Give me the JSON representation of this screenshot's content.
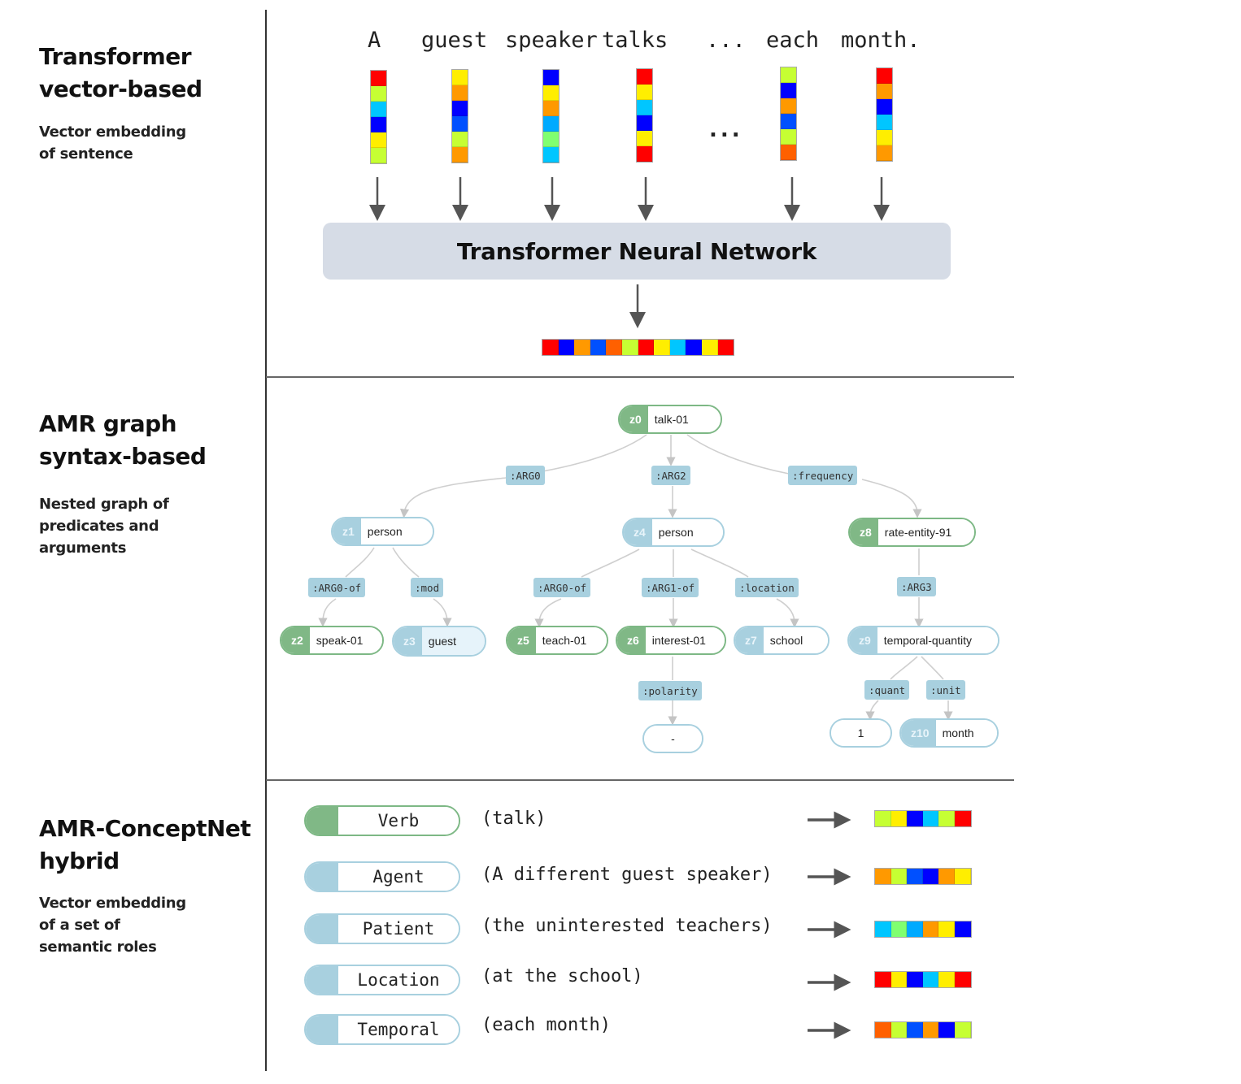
{
  "colors": {
    "red": "#ff0000",
    "lime": "#c6ff33",
    "cyan": "#00c6ff",
    "blue": "#0000ff",
    "yellow": "#ffee00",
    "orange": "#ff9900",
    "azure": "#0050ff",
    "sky": "#00aaff",
    "mint": "#80ff70",
    "redorange": "#ff6000",
    "predicate_node": "#80b886",
    "concept_node": "#a8d0df",
    "tnn_box": "#d6dce6"
  },
  "sections": {
    "transformer": {
      "title_line1": "Transformer",
      "title_line2": "vector-based",
      "sub_line1": "Vector embedding",
      "sub_line2": "of sentence"
    },
    "amr": {
      "title_line1": "AMR graph",
      "title_line2": "syntax-based",
      "sub_line1": "Nested graph of",
      "sub_line2": "predicates and",
      "sub_line3": "arguments"
    },
    "hybrid": {
      "title_line1": "AMR-ConceptNet",
      "title_line2": "hybrid",
      "sub_line1": "Vector embedding",
      "sub_line2": "of a set of",
      "sub_line3": "semantic roles"
    }
  },
  "transformer": {
    "words": [
      "A",
      "guest",
      "speaker",
      "talks",
      "...",
      "each",
      "month."
    ],
    "ellipsis": "...",
    "token_vectors": [
      [
        "red",
        "lime",
        "cyan",
        "blue",
        "yellow",
        "lime"
      ],
      [
        "yellow",
        "orange",
        "blue",
        "azure",
        "lime",
        "orange"
      ],
      [
        "blue",
        "yellow",
        "orange",
        "sky",
        "mint",
        "cyan"
      ],
      [
        "red",
        "yellow",
        "cyan",
        "blue",
        "yellow",
        "red"
      ],
      [
        "lime",
        "blue",
        "orange",
        "azure",
        "lime",
        "redorange"
      ],
      [
        "red",
        "orange",
        "blue",
        "cyan",
        "yellow",
        "orange"
      ]
    ],
    "network_label": "Transformer Neural Network",
    "output_vector": [
      "red",
      "blue",
      "orange",
      "azure",
      "redorange",
      "lime",
      "red",
      "yellow",
      "cyan",
      "blue",
      "yellow",
      "red"
    ]
  },
  "amr_graph": {
    "nodes": [
      {
        "id": "z0",
        "label": "talk-01",
        "kind": "predicate"
      },
      {
        "id": "z1",
        "label": "person",
        "kind": "concept"
      },
      {
        "id": "z2",
        "label": "speak-01",
        "kind": "predicate"
      },
      {
        "id": "z3",
        "label": "guest",
        "kind": "concept",
        "highlighted": true
      },
      {
        "id": "z4",
        "label": "person",
        "kind": "concept"
      },
      {
        "id": "z5",
        "label": "teach-01",
        "kind": "predicate"
      },
      {
        "id": "z6",
        "label": "interest-01",
        "kind": "predicate"
      },
      {
        "id": "z7",
        "label": "school",
        "kind": "concept"
      },
      {
        "id": "z8",
        "label": "rate-entity-91",
        "kind": "predicate"
      },
      {
        "id": "z9",
        "label": "temporal-quantity",
        "kind": "concept"
      },
      {
        "id": "z10",
        "label": "month",
        "kind": "concept"
      },
      {
        "id": "",
        "label": "-",
        "kind": "constant"
      },
      {
        "id": "",
        "label": "1",
        "kind": "constant"
      }
    ],
    "edges": [
      {
        "from": "z0",
        "to": "z1",
        "role": ":ARG0"
      },
      {
        "from": "z0",
        "to": "z4",
        "role": ":ARG2"
      },
      {
        "from": "z0",
        "to": "z8",
        "role": ":frequency"
      },
      {
        "from": "z1",
        "to": "z2",
        "role": ":ARG0-of"
      },
      {
        "from": "z1",
        "to": "z3",
        "role": ":mod"
      },
      {
        "from": "z4",
        "to": "z5",
        "role": ":ARG0-of"
      },
      {
        "from": "z4",
        "to": "z6",
        "role": ":ARG1-of"
      },
      {
        "from": "z4",
        "to": "z7",
        "role": ":location"
      },
      {
        "from": "z6",
        "to": "-",
        "role": ":polarity"
      },
      {
        "from": "z8",
        "to": "z9",
        "role": ":ARG3"
      },
      {
        "from": "z9",
        "to": "1",
        "role": ":quant"
      },
      {
        "from": "z9",
        "to": "z10",
        "role": ":unit"
      }
    ]
  },
  "hybrid": {
    "roles": [
      {
        "role": "Verb",
        "kind": "predicate",
        "phrase": "(talk)",
        "vector": [
          "lime",
          "yellow",
          "blue",
          "cyan",
          "lime",
          "red"
        ]
      },
      {
        "role": "Agent",
        "kind": "concept",
        "phrase": "(A different guest speaker)",
        "vector": [
          "orange",
          "lime",
          "azure",
          "blue",
          "orange",
          "yellow"
        ]
      },
      {
        "role": "Patient",
        "kind": "concept",
        "phrase": "(the uninterested teachers)",
        "vector": [
          "cyan",
          "mint",
          "sky",
          "orange",
          "yellow",
          "blue"
        ]
      },
      {
        "role": "Location",
        "kind": "concept",
        "phrase": "(at the school)",
        "vector": [
          "red",
          "yellow",
          "blue",
          "cyan",
          "yellow",
          "red"
        ]
      },
      {
        "role": "Temporal",
        "kind": "concept",
        "phrase": "(each month)",
        "vector": [
          "redorange",
          "lime",
          "azure",
          "orange",
          "blue",
          "lime"
        ]
      }
    ]
  }
}
